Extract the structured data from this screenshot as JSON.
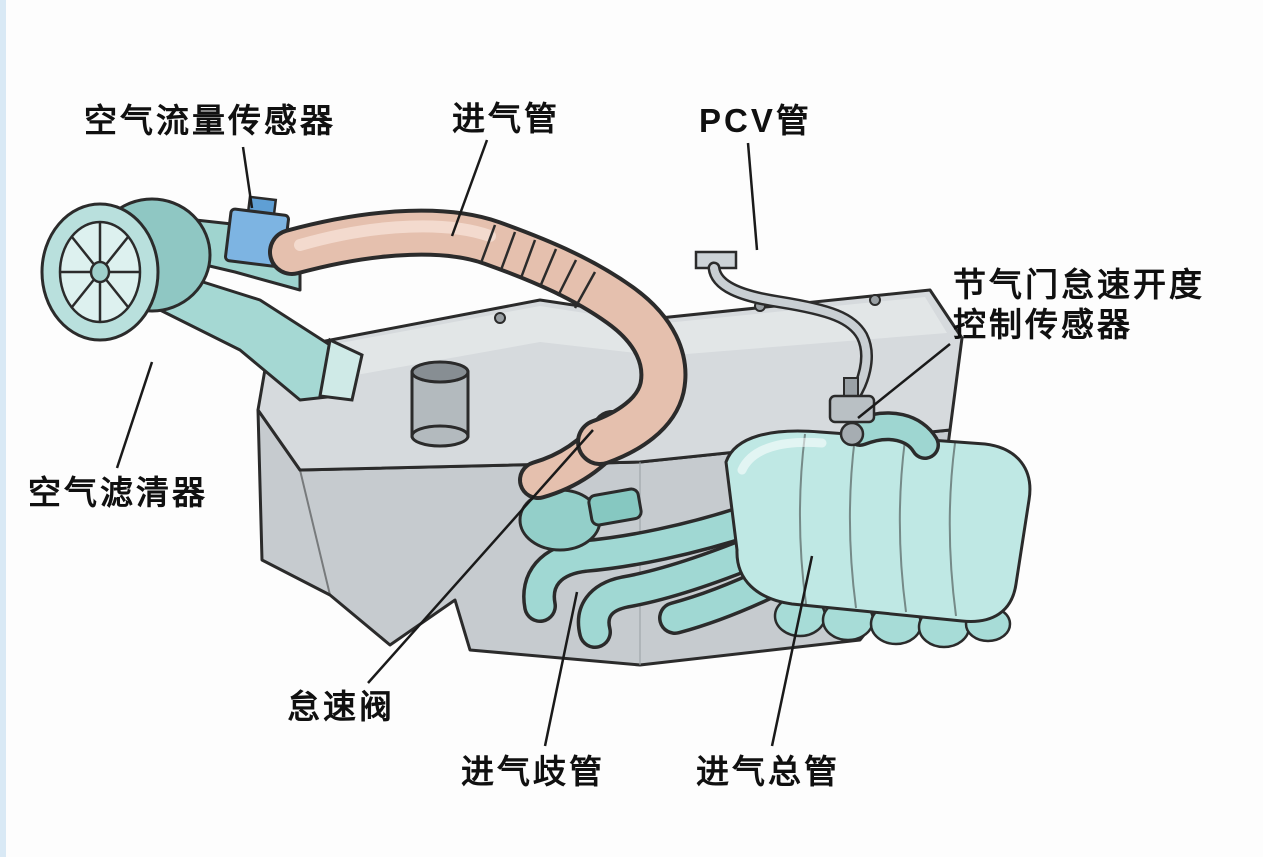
{
  "diagram": {
    "type": "engine-air-intake-system",
    "labels": {
      "air_flow_sensor": "空气流量传感器",
      "intake_pipe": "进气管",
      "pcv_pipe": "PCV管",
      "throttle_idle_sensor": {
        "line1": "节气门怠速开度",
        "line2": "控制传感器"
      },
      "air_filter": "空气滤清器",
      "idle_valve": "怠速阀",
      "intake_manifold": "进气歧管",
      "intake_plenum": "进气总管"
    },
    "colors": {
      "outline": "#2b2b2b",
      "teal_light": "#bfe8e4",
      "teal_mid": "#9ed6d1",
      "teal_dark": "#86c8c1",
      "pink_pipe": "#e5c0ae",
      "engine_gray": "#d3d7da",
      "engine_gray_dark": "#c3c8cc",
      "sensor_blue": "#7db4e2",
      "label_text": "#101010",
      "background": "#fdfdfd"
    }
  }
}
